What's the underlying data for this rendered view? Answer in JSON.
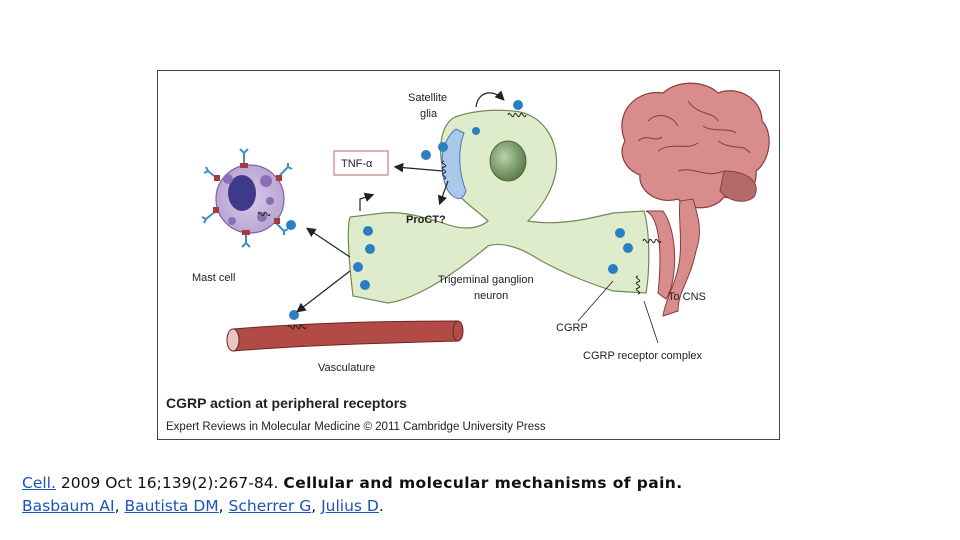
{
  "figure": {
    "labels": {
      "satellite_line1": "Satellite",
      "satellite_line2": "glia",
      "tnf": "TNF-α",
      "proct": "ProCT?",
      "mast_cell": "Mast cell",
      "trigeminal_line1": "Trigeminal ganglion",
      "trigeminal_line2": "neuron",
      "to_cns": "To CNS",
      "cgrp": "CGRP",
      "cgrp_receptor": "CGRP receptor complex",
      "vasculature": "Vasculature"
    },
    "caption_title": "CGRP action at peripheral receptors",
    "caption_source": "Expert Reviews in Molecular Medicine © 2011 Cambridge University Press"
  },
  "citation": {
    "journal": "Cell.",
    "details": "2009 Oct 16;139(2):267-84.",
    "title": "Cellular and molecular mechanisms of pain.",
    "authors": [
      "Basbaum AI",
      "Bautista DM",
      "Scherrer G",
      "Julius D"
    ]
  },
  "colors": {
    "neuron": "#dfeccb",
    "glia": "#a9c8ea",
    "nucleus": "#7fa36e",
    "dot": "#2a7fc2",
    "brain": "#d98c8c",
    "vessel": "#b24a45",
    "mast": "#c8b6de",
    "link": "#1a55b5"
  }
}
